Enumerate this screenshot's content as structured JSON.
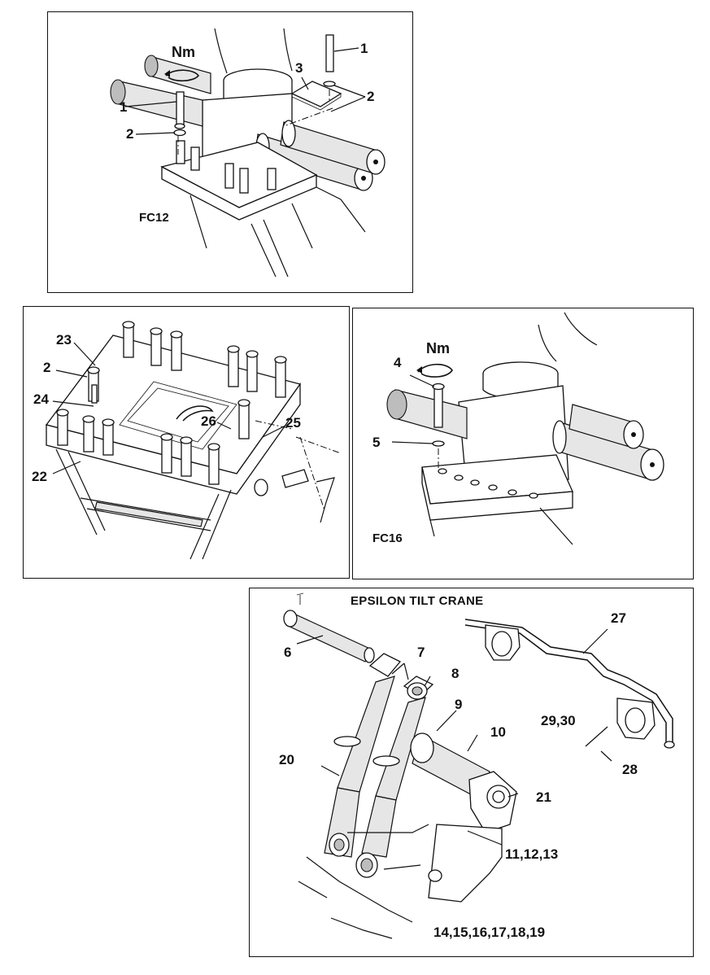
{
  "panels": {
    "fc12": {
      "code": "FC12",
      "torque_label": "Nm",
      "callouts": {
        "c1a": "1",
        "c1b": "1",
        "c2a": "2",
        "c2b": "2",
        "c3": "3"
      }
    },
    "base": {
      "callouts": {
        "c23": "23",
        "c2": "2",
        "c24": "24",
        "c26": "26",
        "c25": "25",
        "c22": "22"
      }
    },
    "fc16": {
      "code": "FC16",
      "torque_label": "Nm",
      "callouts": {
        "c4": "4",
        "c5": "5"
      }
    },
    "epsilon": {
      "title": "EPSILON TILT CRANE",
      "callouts": {
        "c6": "6",
        "c7": "7",
        "c8": "8",
        "c9": "9",
        "c10": "10",
        "c20": "20",
        "c21": "21",
        "c27": "27",
        "c28": "28",
        "c2930": "29,30",
        "c111213": "11,12,13",
        "c1419": "14,15,16,17,18,19"
      }
    }
  },
  "icons": [
    "torque-arrow-icon"
  ]
}
